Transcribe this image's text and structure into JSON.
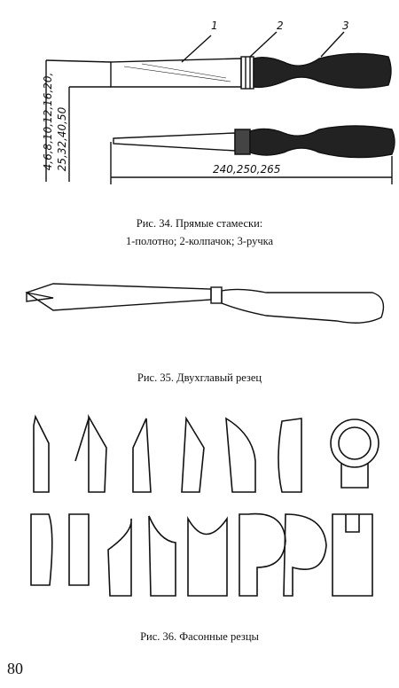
{
  "figure34": {
    "callouts": [
      "1",
      "2",
      "3"
    ],
    "widths_a": "4,6,8,10,12,16,20,",
    "widths_b": "25,32,40,50",
    "lengths": "240,250,265",
    "caption_line1": "Рис. 34. Прямые стамески:",
    "caption_line2": "1-полотно; 2-колпачок; 3-ручка"
  },
  "figure35": {
    "caption": "Рис. 35. Двухглавый резец"
  },
  "figure36": {
    "caption": "Рис. 36. Фасонные резцы"
  },
  "page_number": "80"
}
